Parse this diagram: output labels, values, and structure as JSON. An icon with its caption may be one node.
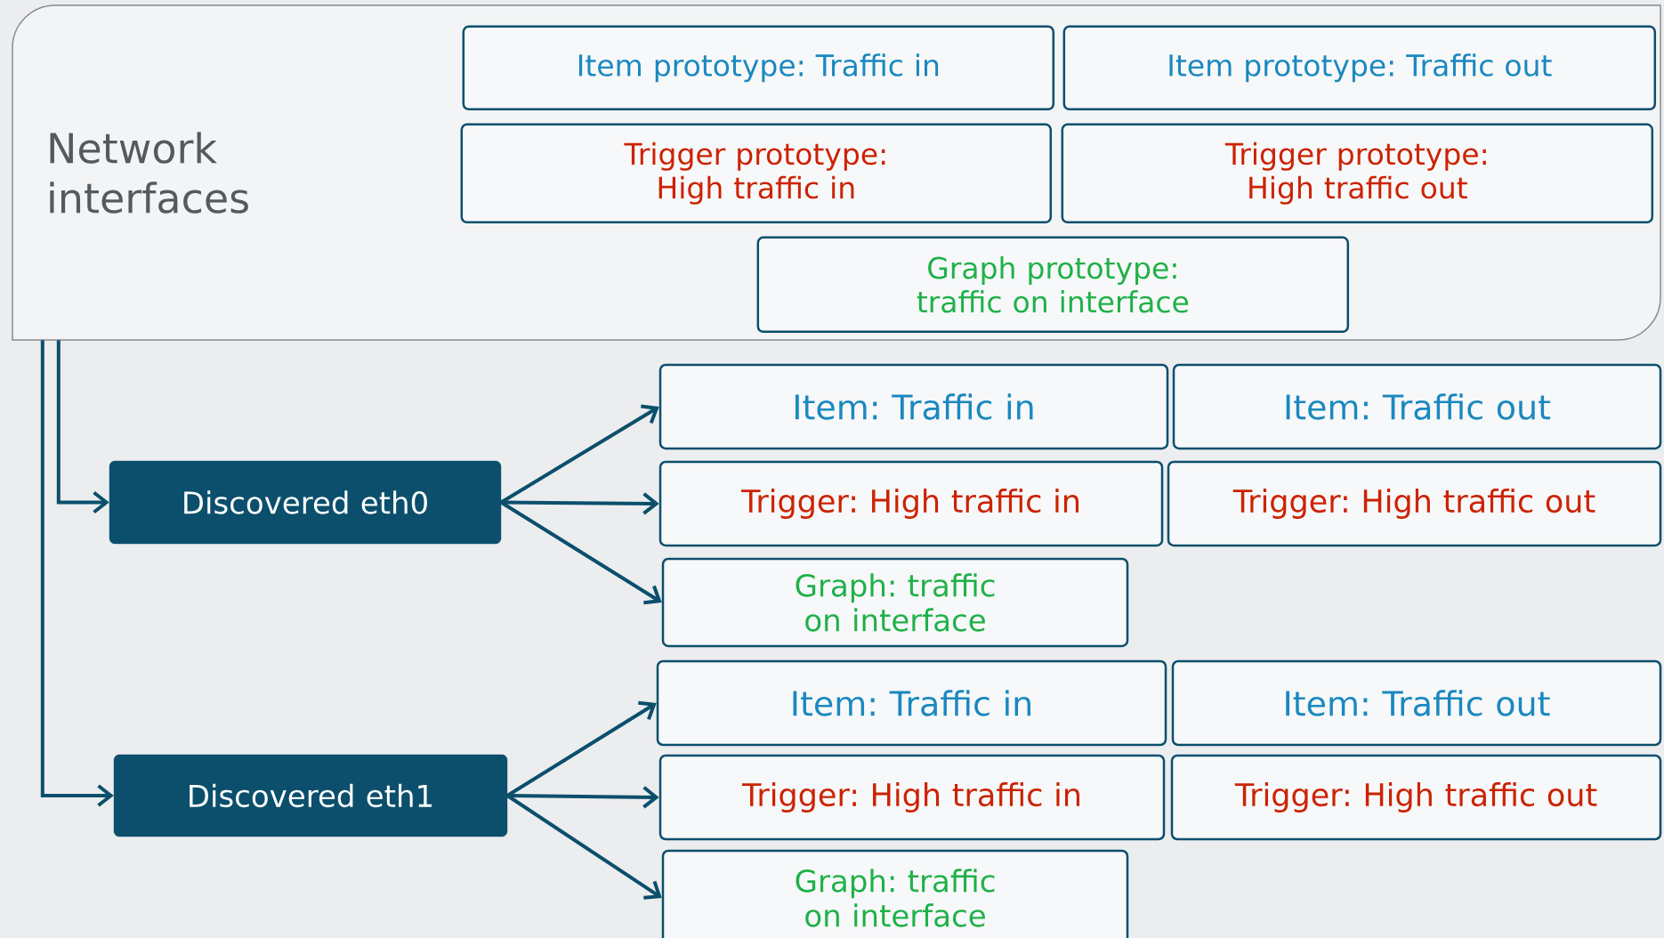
{
  "diagram": {
    "nodes": [
      {
        "text": [
          "Network interfaces"
        ]
      },
      {
        "text": [
          "Item prototype: Traffic in"
        ],
        "in": 0
      },
      {
        "text": [
          "Item prototype: Traffic out"
        ],
        "in": 0
      },
      {
        "text": [
          "Trigger prototype: High traffic in"
        ],
        "in": 0
      },
      {
        "text": [
          "Trigger prototype: High traffic out"
        ],
        "in": 0
      },
      {
        "text": [
          "Graph prototype: traffic on interface"
        ],
        "in": 0
      },
      {
        "text": [
          "Discovered eth0"
        ]
      },
      {
        "text": [
          "Item: Traffic in"
        ]
      },
      {
        "text": [
          "Item: Traffic out"
        ]
      },
      {
        "text": [
          "Trigger: High traffic in"
        ]
      },
      {
        "text": [
          "Trigger: High traffic out"
        ]
      },
      {
        "text": [
          "Graph: traffic on interface"
        ]
      },
      {
        "text": [
          "Discovered eth1"
        ]
      },
      {
        "text": [
          "Item: Traffic in"
        ]
      },
      {
        "text": [
          "Item: Traffic out"
        ]
      },
      {
        "text": [
          "Trigger: High traffic in"
        ]
      },
      {
        "text": [
          "Trigger: High traffic out"
        ]
      },
      {
        "text": [
          "Graph: traffic on interface"
        ]
      }
    ],
    "edges": [
      {
        "from": 0,
        "to": 6,
        "arrow": "to"
      },
      {
        "from": 0,
        "to": 12,
        "arrow": "to"
      },
      {
        "from": 6,
        "to": 7,
        "arrow": "to"
      },
      {
        "from": 6,
        "to": 9,
        "arrow": "to"
      },
      {
        "from": 6,
        "to": 11,
        "arrow": "to"
      },
      {
        "from": 12,
        "to": 13,
        "arrow": "to"
      },
      {
        "from": 12,
        "to": 15,
        "arrow": "to"
      },
      {
        "from": 12,
        "to": 17,
        "arrow": "to"
      }
    ]
  }
}
